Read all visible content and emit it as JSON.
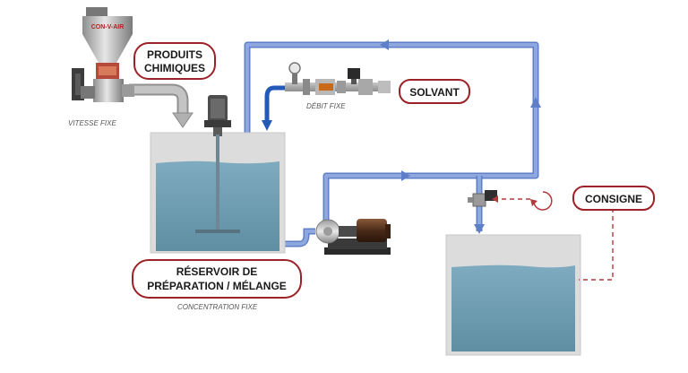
{
  "labels": {
    "chemicals_line1": "PRODUITS",
    "chemicals_line2": "CHIMIQUES",
    "solvent": "SOLVANT",
    "setpoint": "CONSIGNE",
    "reservoir_line1": "RÉSERVOIR DE",
    "reservoir_line2": "PRÉPARATION / MÉLANGE"
  },
  "captions": {
    "fixed_speed": "VITESSE FIXE",
    "fixed_flow": "DÉBIT FIXE",
    "fixed_concentration": "CONCENTRATION FIXE"
  },
  "feeder_brand": "CON-V-AIR",
  "colors": {
    "pipe_light": "#7b96d4",
    "pipe_dark": "#2559b8",
    "water": "#6f9fb3",
    "tank_glass": "#d9d9d9",
    "label_border": "#9b2226",
    "control_line": "#b23a3a"
  }
}
